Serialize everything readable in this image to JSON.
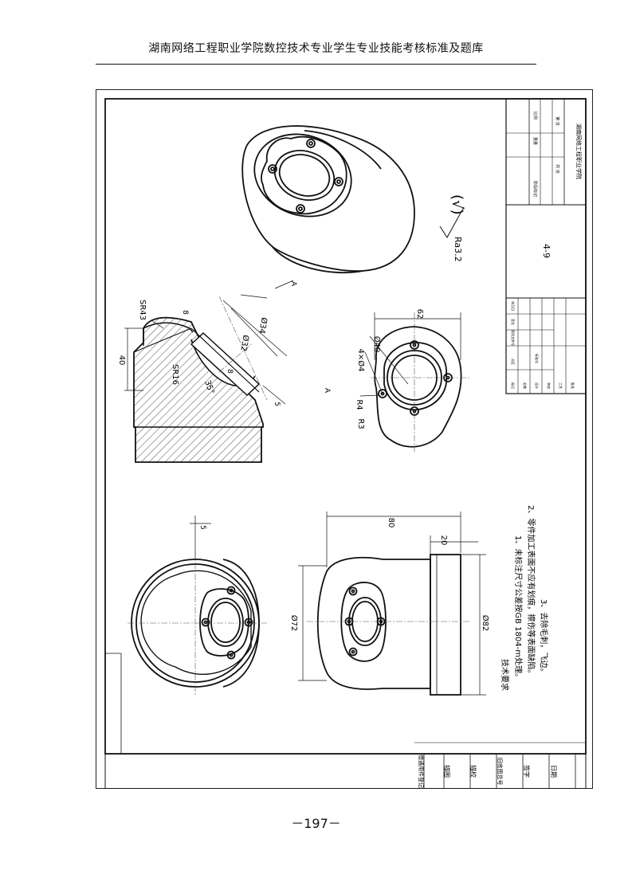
{
  "header": {
    "title": "湖南网络工程职业学院数控技术专业学生专业技能考核标准及题库"
  },
  "page_number": "－197－",
  "drawing": {
    "drawing_number": "4-9",
    "surface_finish": "Ra3.2",
    "surface_finish_paren": "(√)",
    "section_label": "A",
    "section_label_top": "A",
    "dimensions": {
      "sr43": "SR43",
      "height_40": "40",
      "sr16": "SR16",
      "angle_35": "35°",
      "dia_34": "Ø34",
      "dia_32": "Ø32",
      "dim_8a": "8",
      "dim_8b": "8",
      "dim_5a": "5",
      "dim_62": "62",
      "dia_40": "Ø40",
      "holes": "4×Ø4",
      "r4": "R4",
      "r3": "R3",
      "dim_5b": "5",
      "dim_80": "80",
      "dim_20": "20",
      "dia_72": "Ø72",
      "dia_82": "Ø82"
    },
    "tech_requirements": {
      "title": "技术要求",
      "items": [
        "1、未标注尺寸公差按GB 1804-m处理。",
        "2、零件加工表面不应有划痕，擦伤等表面缺陷。",
        "3、去除毛刺，飞边。"
      ]
    },
    "title_block": {
      "school": "湖南网络工程职业学院",
      "label_stage": "阶段标记",
      "label_weight": "重量",
      "label_scale": "比例",
      "label_sheet_total": "共 张",
      "label_sheet_no": "第 张",
      "rev_labels": [
        "标记",
        "处数",
        "分区",
        "更改文件号",
        "签名",
        "年月日"
      ],
      "role_labels": [
        "设计",
        "审核",
        "工艺",
        "批准"
      ],
      "std_label": "标准化"
    },
    "side_table": {
      "labels": [
        "借通用件登记",
        "描图",
        "描校",
        "旧底图总号",
        "签字",
        "日期"
      ]
    }
  }
}
